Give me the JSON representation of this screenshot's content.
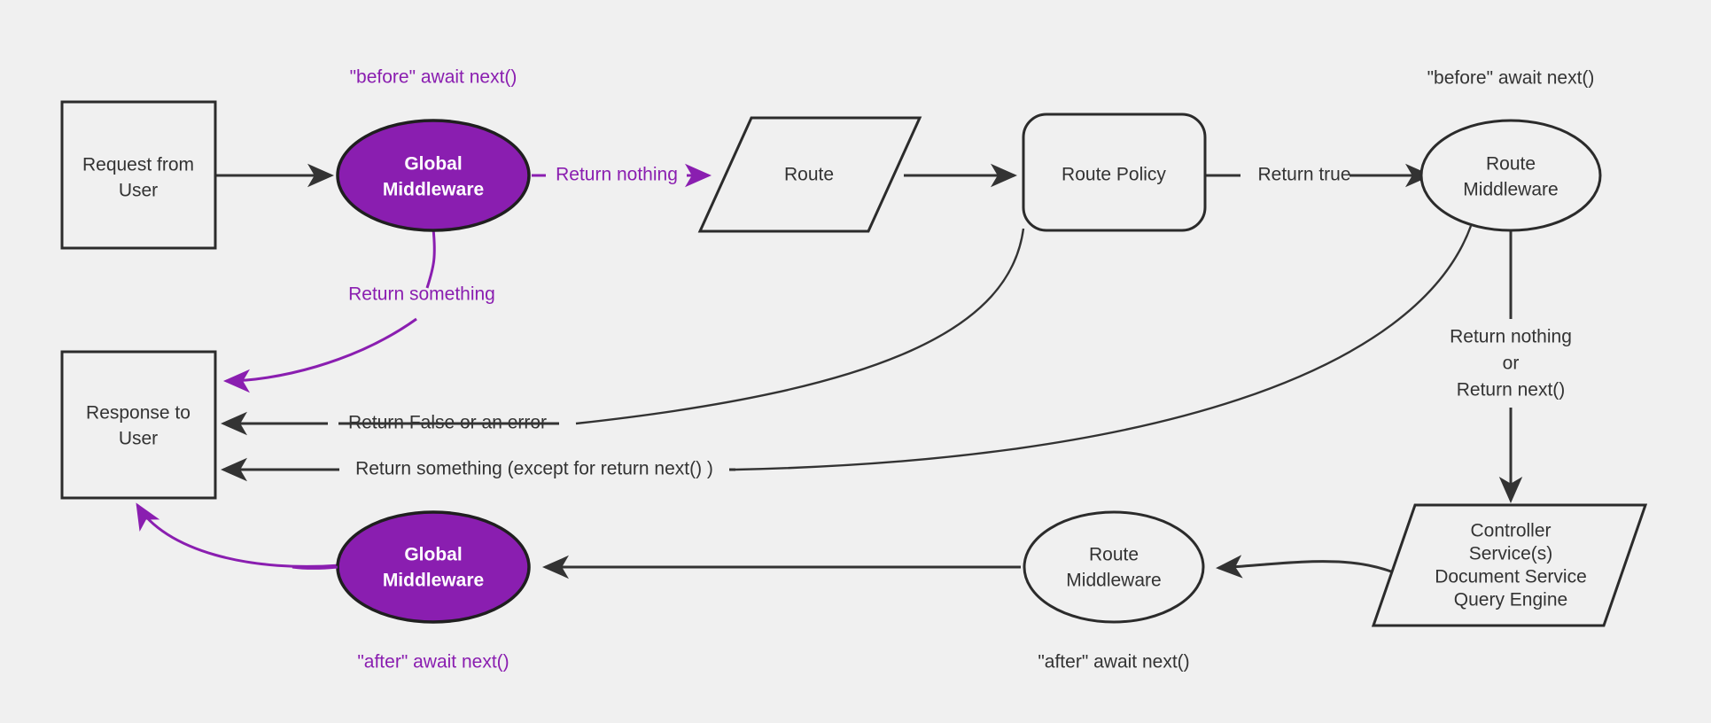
{
  "diagram": {
    "title": "Request lifecycle middleware flow",
    "background_color": "#f0f0f0",
    "accent_color": "#8a1eb0",
    "line_color": "#333333",
    "nodes": {
      "request_from_user": {
        "line1": "Request from",
        "line2": "User",
        "shape": "rectangle"
      },
      "global_middleware_top": {
        "line1": "Global",
        "line2": "Middleware",
        "shape": "ellipse"
      },
      "route": {
        "line1": "Route",
        "shape": "parallelogram"
      },
      "route_policy": {
        "line1": "Route Policy",
        "shape": "rounded-rectangle"
      },
      "route_middleware_top": {
        "line1": "Route",
        "line2": "Middleware",
        "shape": "ellipse"
      },
      "controller": {
        "line1": "Controller",
        "line2": "Service(s)",
        "line3": "Document Service",
        "line4": "Query Engine",
        "shape": "parallelogram"
      },
      "route_middleware_bottom": {
        "line1": "Route",
        "line2": "Middleware",
        "shape": "ellipse"
      },
      "global_middleware_bottom": {
        "line1": "Global",
        "line2": "Middleware",
        "shape": "ellipse"
      },
      "response_to_user": {
        "line1": "Response to",
        "line2": "User",
        "shape": "rectangle"
      }
    },
    "annotations": {
      "before_global": "\"before\" await next()",
      "before_route": "\"before\" await next()",
      "after_global": "\"after\" await next()",
      "after_route": "\"after\" await next()"
    },
    "edge_labels": {
      "return_nothing": "Return nothing",
      "return_something": "Return something",
      "return_true": "Return true",
      "return_false_or_error": "Return False or an error",
      "return_something_except": "Return something (except for return next() )",
      "rm_return_nothing": "Return nothing",
      "rm_or": "or",
      "rm_return_next": "Return next()"
    }
  }
}
